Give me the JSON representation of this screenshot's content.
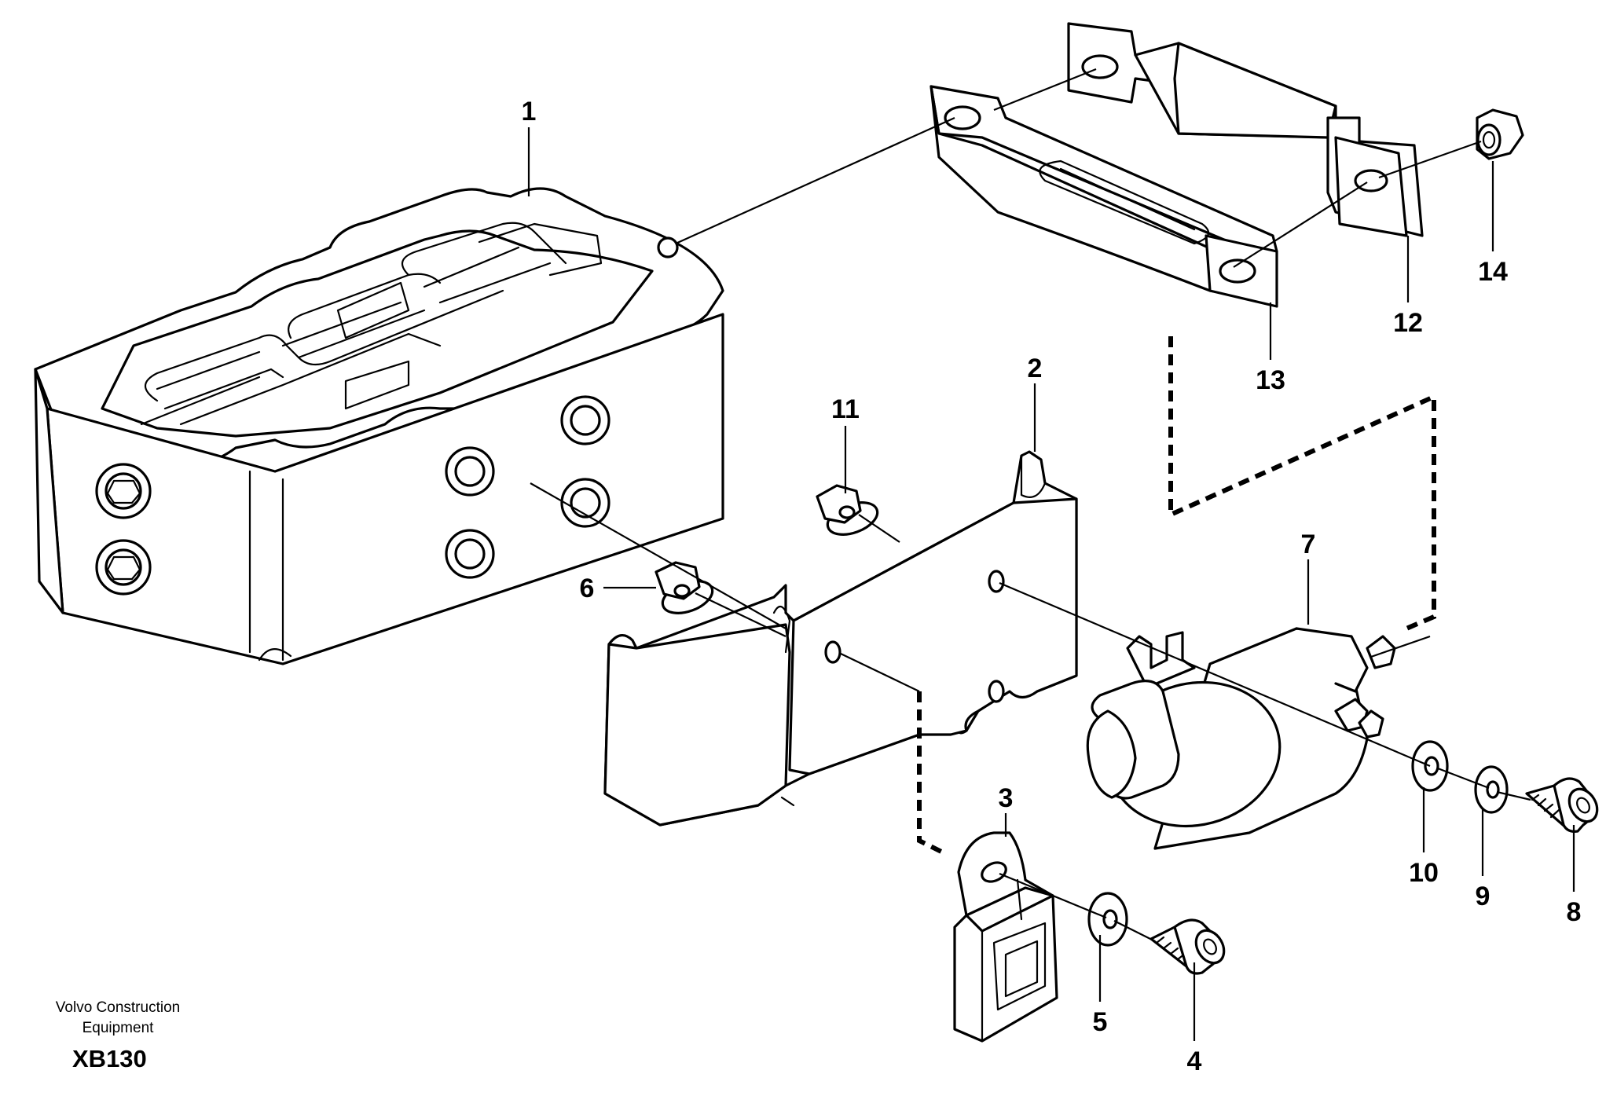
{
  "caption": {
    "company_line1": "Volvo Construction",
    "company_line2": "Equipment",
    "figure_code": "XB130"
  },
  "callouts": {
    "c1": "1",
    "c2": "2",
    "c3": "3",
    "c4": "4",
    "c5": "5",
    "c6": "6",
    "c7": "7",
    "c8": "8",
    "c9": "9",
    "c10": "10",
    "c11": "11",
    "c12": "12",
    "c13": "13",
    "c14": "14"
  }
}
